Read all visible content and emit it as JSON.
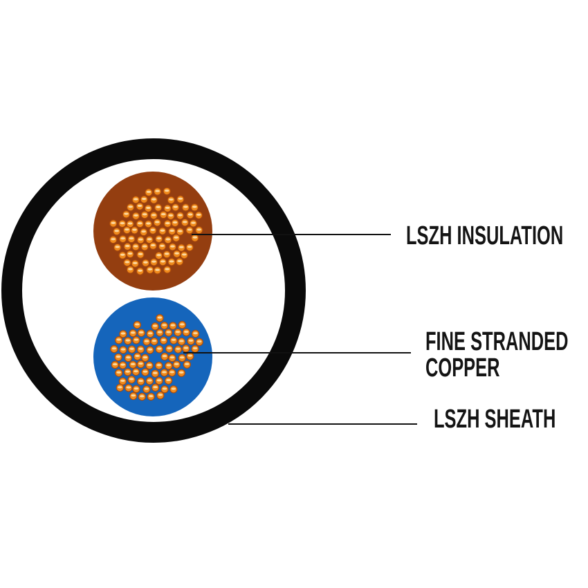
{
  "diagram": {
    "kind": "cable-cross-section",
    "labels": {
      "insulation": "LSZH INSULATION",
      "copper_line1": "FINE STRANDED",
      "copper_line2": "COPPER",
      "sheath": "LSZH SHEATH"
    },
    "conductors": [
      {
        "name": "top conductor",
        "insulation_color_name": "brown"
      },
      {
        "name": "bottom conductor",
        "insulation_color_name": "blue"
      }
    ],
    "colors": {
      "sheath": "#0a0a0a",
      "insulation_brown": "#943e10",
      "insulation_blue": "#1565bb",
      "strand_border": "#a8490c",
      "strand_fill": "#ef8a1c",
      "strand_highlight": "#fbd9a2",
      "leader_line": "#111111",
      "text": "#141414",
      "background": "#ffffff"
    },
    "strand_count_per_conductor": 75
  }
}
